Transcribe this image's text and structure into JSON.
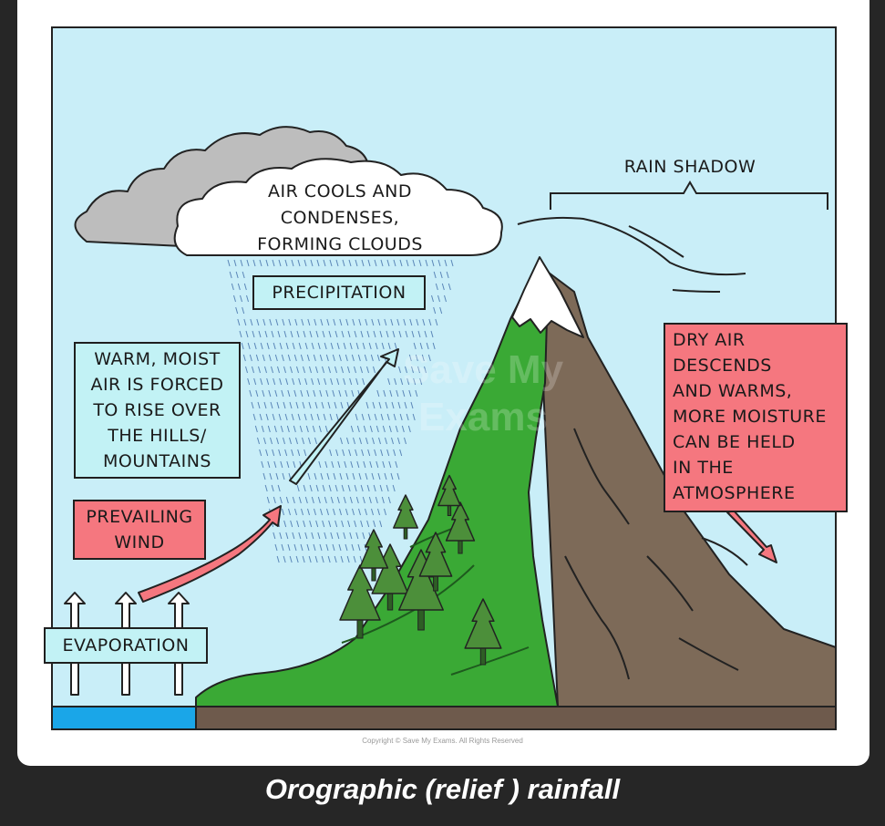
{
  "diagram": {
    "cloud_text": [
      "AIR COOLS AND",
      "CONDENSES,",
      "FORMING CLOUDS"
    ],
    "rain_shadow": "RAIN SHADOW",
    "precipitation": "PRECIPITATION",
    "warm_air": [
      "WARM, MOIST",
      "AIR IS FORCED",
      "TO RISE OVER",
      "THE HILLS/",
      "MOUNTAINS"
    ],
    "prevailing_wind": [
      "PREVAILING",
      "WIND"
    ],
    "evaporation": "EVAPORATION",
    "dry_air": [
      "DRY AIR",
      "DESCENDS",
      "AND WARMS,",
      "MORE MOISTURE",
      "CAN BE HELD",
      "IN THE",
      "ATMOSPHERE"
    ],
    "watermark": [
      "Save My",
      "Exams"
    ],
    "copyright": "Copyright © Save My Exams. All Rights Reserved"
  },
  "caption": "Orographic (relief ) rainfall",
  "colors": {
    "sky": "#c9eef8",
    "windward_slope": "#3aa935",
    "leeward_slope": "#7d6a58",
    "label_cyan": "#c2f2f5",
    "label_pink": "#f5777f",
    "water": "#1aa6e8",
    "ground": "#6e5a4c",
    "snow": "#ffffff",
    "tree": "#4c8f3a"
  },
  "icons": [
    "cloud-icon",
    "mountain-icon",
    "tree-icon",
    "rain-icon",
    "arrow-icon",
    "brace-icon",
    "wind-lines-icon"
  ]
}
